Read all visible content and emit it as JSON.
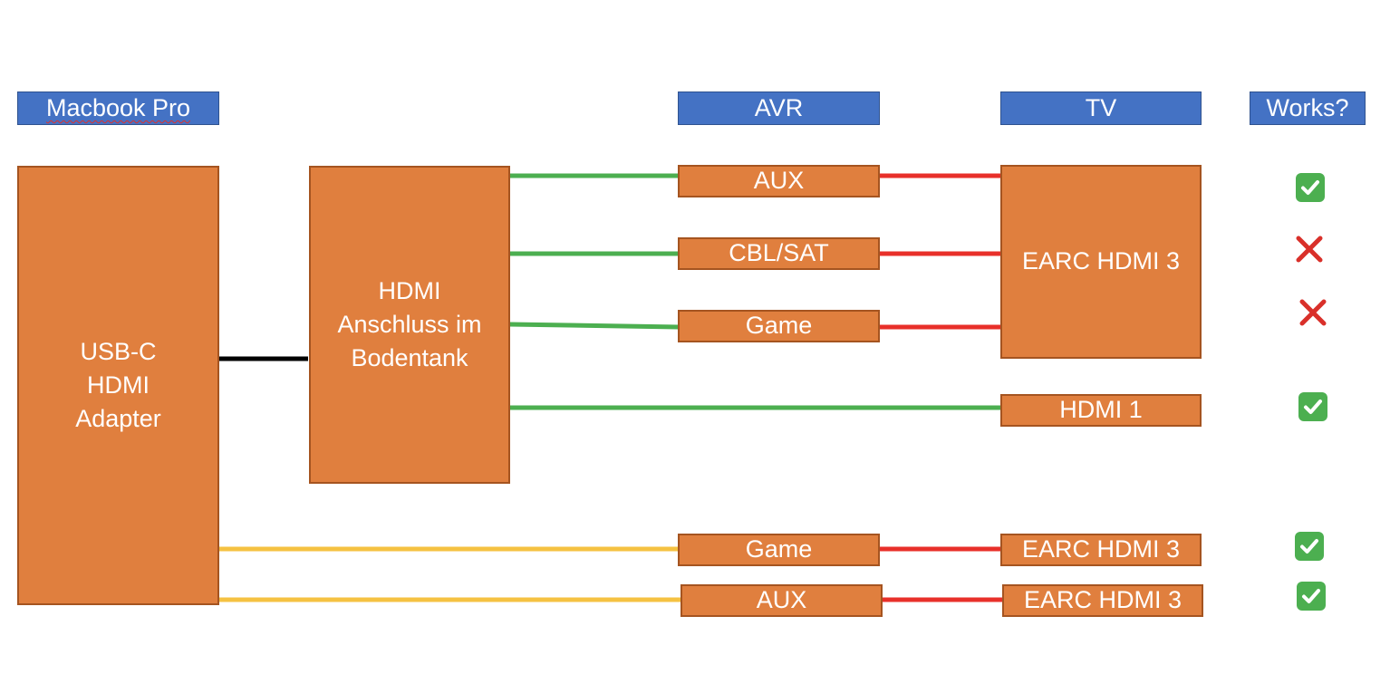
{
  "headers": {
    "macbook": "Macbook Pro",
    "avr": "AVR",
    "tv": "TV",
    "works": "Works?"
  },
  "nodes": {
    "adapter": "USB-C\nHDMI\nAdapter",
    "floor_port": "HDMI\nAnschluss im\nBodentank",
    "avr_aux": "AUX",
    "avr_cbl_sat": "CBL/SAT",
    "avr_game": "Game",
    "tv_earc_main": "EARC HDMI 3",
    "tv_hdmi1": "HDMI 1",
    "avr_game_direct": "Game",
    "tv_earc_game": "EARC HDMI 3",
    "avr_aux_direct": "AUX",
    "tv_earc_aux": "EARC HDMI 3"
  },
  "colors": {
    "header_fill": "#4472c4",
    "box_fill": "#e07f3e",
    "line_green": "#4caf50",
    "line_red": "#e8302a",
    "line_yellow": "#f5c242",
    "line_black": "#000000",
    "check_fill": "#4caf50",
    "cross_color": "#d9302a"
  },
  "results": [
    {
      "path": "AVR AUX -> EARC HDMI 3",
      "works": true,
      "icon": "check-icon"
    },
    {
      "path": "AVR CBL/SAT -> EARC HDMI 3",
      "works": false,
      "icon": "cross-icon"
    },
    {
      "path": "AVR Game -> EARC HDMI 3",
      "works": false,
      "icon": "cross-icon"
    },
    {
      "path": "TV HDMI 1",
      "works": true,
      "icon": "check-icon"
    },
    {
      "path": "AVR Game -> EARC HDMI 3 (direct)",
      "works": true,
      "icon": "check-icon"
    },
    {
      "path": "AVR AUX -> EARC HDMI 3 (direct)",
      "works": true,
      "icon": "check-icon"
    }
  ]
}
